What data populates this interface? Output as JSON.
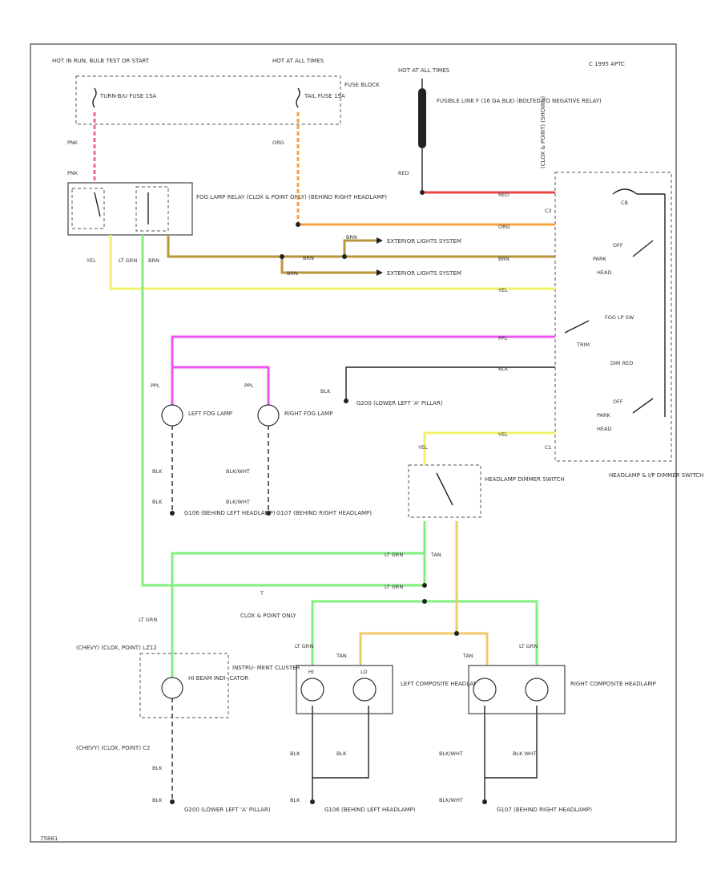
{
  "corner_code": "C 1995 APTC",
  "figure_id": "75881",
  "power": {
    "run_bulb_test": "HOT IN RUN, BULB TEST OR START",
    "hot_all_times_1": "HOT AT ALL TIMES",
    "hot_all_times_2": "HOT AT ALL TIMES",
    "fuse_turn": "TURN-B/U FUSE 15A",
    "fuse_tail": "TAIL FUSE 15A",
    "fuse_block": "FUSE BLOCK",
    "fusible_link": "FUSIBLE LINK F (16 GA BLK) (BOLTED TO NEGATIVE RELAY)"
  },
  "relay": {
    "label": "FOG LAMP RELAY (CLOX & POINT ONLY) (BEHIND RIGHT HEADLAMP)"
  },
  "switch": {
    "label": "HEADLAMP & I/P DIMMER SWITCH",
    "vertical_label": "(CLOX & POINT) (SHOWN)",
    "c3": "C3",
    "c1": "C1",
    "cb": "CB",
    "off1": "OFF",
    "park1": "PARK",
    "head1": "HEAD",
    "fog": "FOG LP SW",
    "trim": "TRIM",
    "dim_red": "DIM RED",
    "off2": "OFF",
    "park2": "PARK",
    "head2": "HEAD"
  },
  "wires": {
    "pnk_1": "PNK",
    "pnk_2": "PNK",
    "org": "ORG",
    "red": "RED",
    "red_c": "RED",
    "org_c": "ORG",
    "brn_c": "BRN",
    "yel_c": "YEL",
    "ppl_c": "PPL",
    "blk_c": "BLK",
    "yel_c2": "YEL",
    "yel_relay": "YEL",
    "lt_grn_relay": "LT GRN",
    "brn_relay": "BRN",
    "brn_1": "BRN",
    "brn_2": "BRN",
    "brn_3": "BRN",
    "ppl_left": "PPL",
    "ppl_right": "PPL",
    "blk_left_1": "BLK",
    "blk_left_2": "BLK",
    "blkwht_right_1": "BLK/WHT",
    "blkwht_right_2": "BLK/WHT",
    "blk_g": "BLK",
    "yel_dimmer": "YEL",
    "lt_grn_1": "LT GRN",
    "lt_grn_2": "LT GRN",
    "tan_1": "TAN",
    "lt_grn_cl": "LT GRN",
    "lt_grn_lc": "LT GRN",
    "tan_lc": "TAN",
    "tan_rc": "TAN",
    "lt_grn_rc": "LT GRN",
    "blk_cl": "BLK",
    "blk_cl2": "BLK",
    "blk_lc1": "BLK",
    "blk_lc2": "BLK",
    "blk_lc3": "BLK",
    "blkwht_rc1": "BLK/WHT",
    "blk_rc": "BLK WHT",
    "blkwht_rc2": "BLK/WHT"
  },
  "exterior_1": "EXTERIOR LIGHTS SYSTEM",
  "exterior_2": "EXTERIOR LIGHTS SYSTEM",
  "lamps": {
    "left_fog": "LEFT FOG LAMP",
    "right_fog": "RIGHT FOG LAMP",
    "cluster": "HI BEAM INDI- CATOR",
    "cluster_box": "INSTRU- MENT CLUSTER",
    "left_comp": "LEFT COMPOSITE HEADLAMP",
    "right_comp": "RIGHT COMPOSITE HEADLAMP",
    "dimmer": "HEADLAMP DIMMER SWITCH",
    "hi": "HI",
    "lo": "LO"
  },
  "grounds": {
    "g106": "G106 (BEHIND LEFT HEADLAMP)",
    "g107": "G107 (BEHIND RIGHT HEADLAMP)",
    "g200_top": "G200 (LOWER LEFT 'A' PILLAR)",
    "g200_bot": "G200 (LOWER LEFT 'A' PILLAR)",
    "g106_bot": "G106 (BEHIND LEFT HEADLAMP)",
    "g107_bot": "G107 (BEHIND RIGHT HEADLAMP)"
  },
  "notes": {
    "clox_point": "CLOX & POINT ONLY",
    "chevy_1": "(CHEVY) (CLOX, POINT) LZ12",
    "chevy_2": "(CHEVY) (CLOX, POINT) C2",
    "t_mark": "T"
  },
  "colors": {
    "pink": "#f06a8a",
    "orange": "#f5a040",
    "red": "#f04545",
    "brown": "#b8963a",
    "yellow": "#f2f26a",
    "lt_green": "#7ef07e",
    "violet": "#ee55ee",
    "tan": "#f2c868",
    "black": "#222222"
  }
}
